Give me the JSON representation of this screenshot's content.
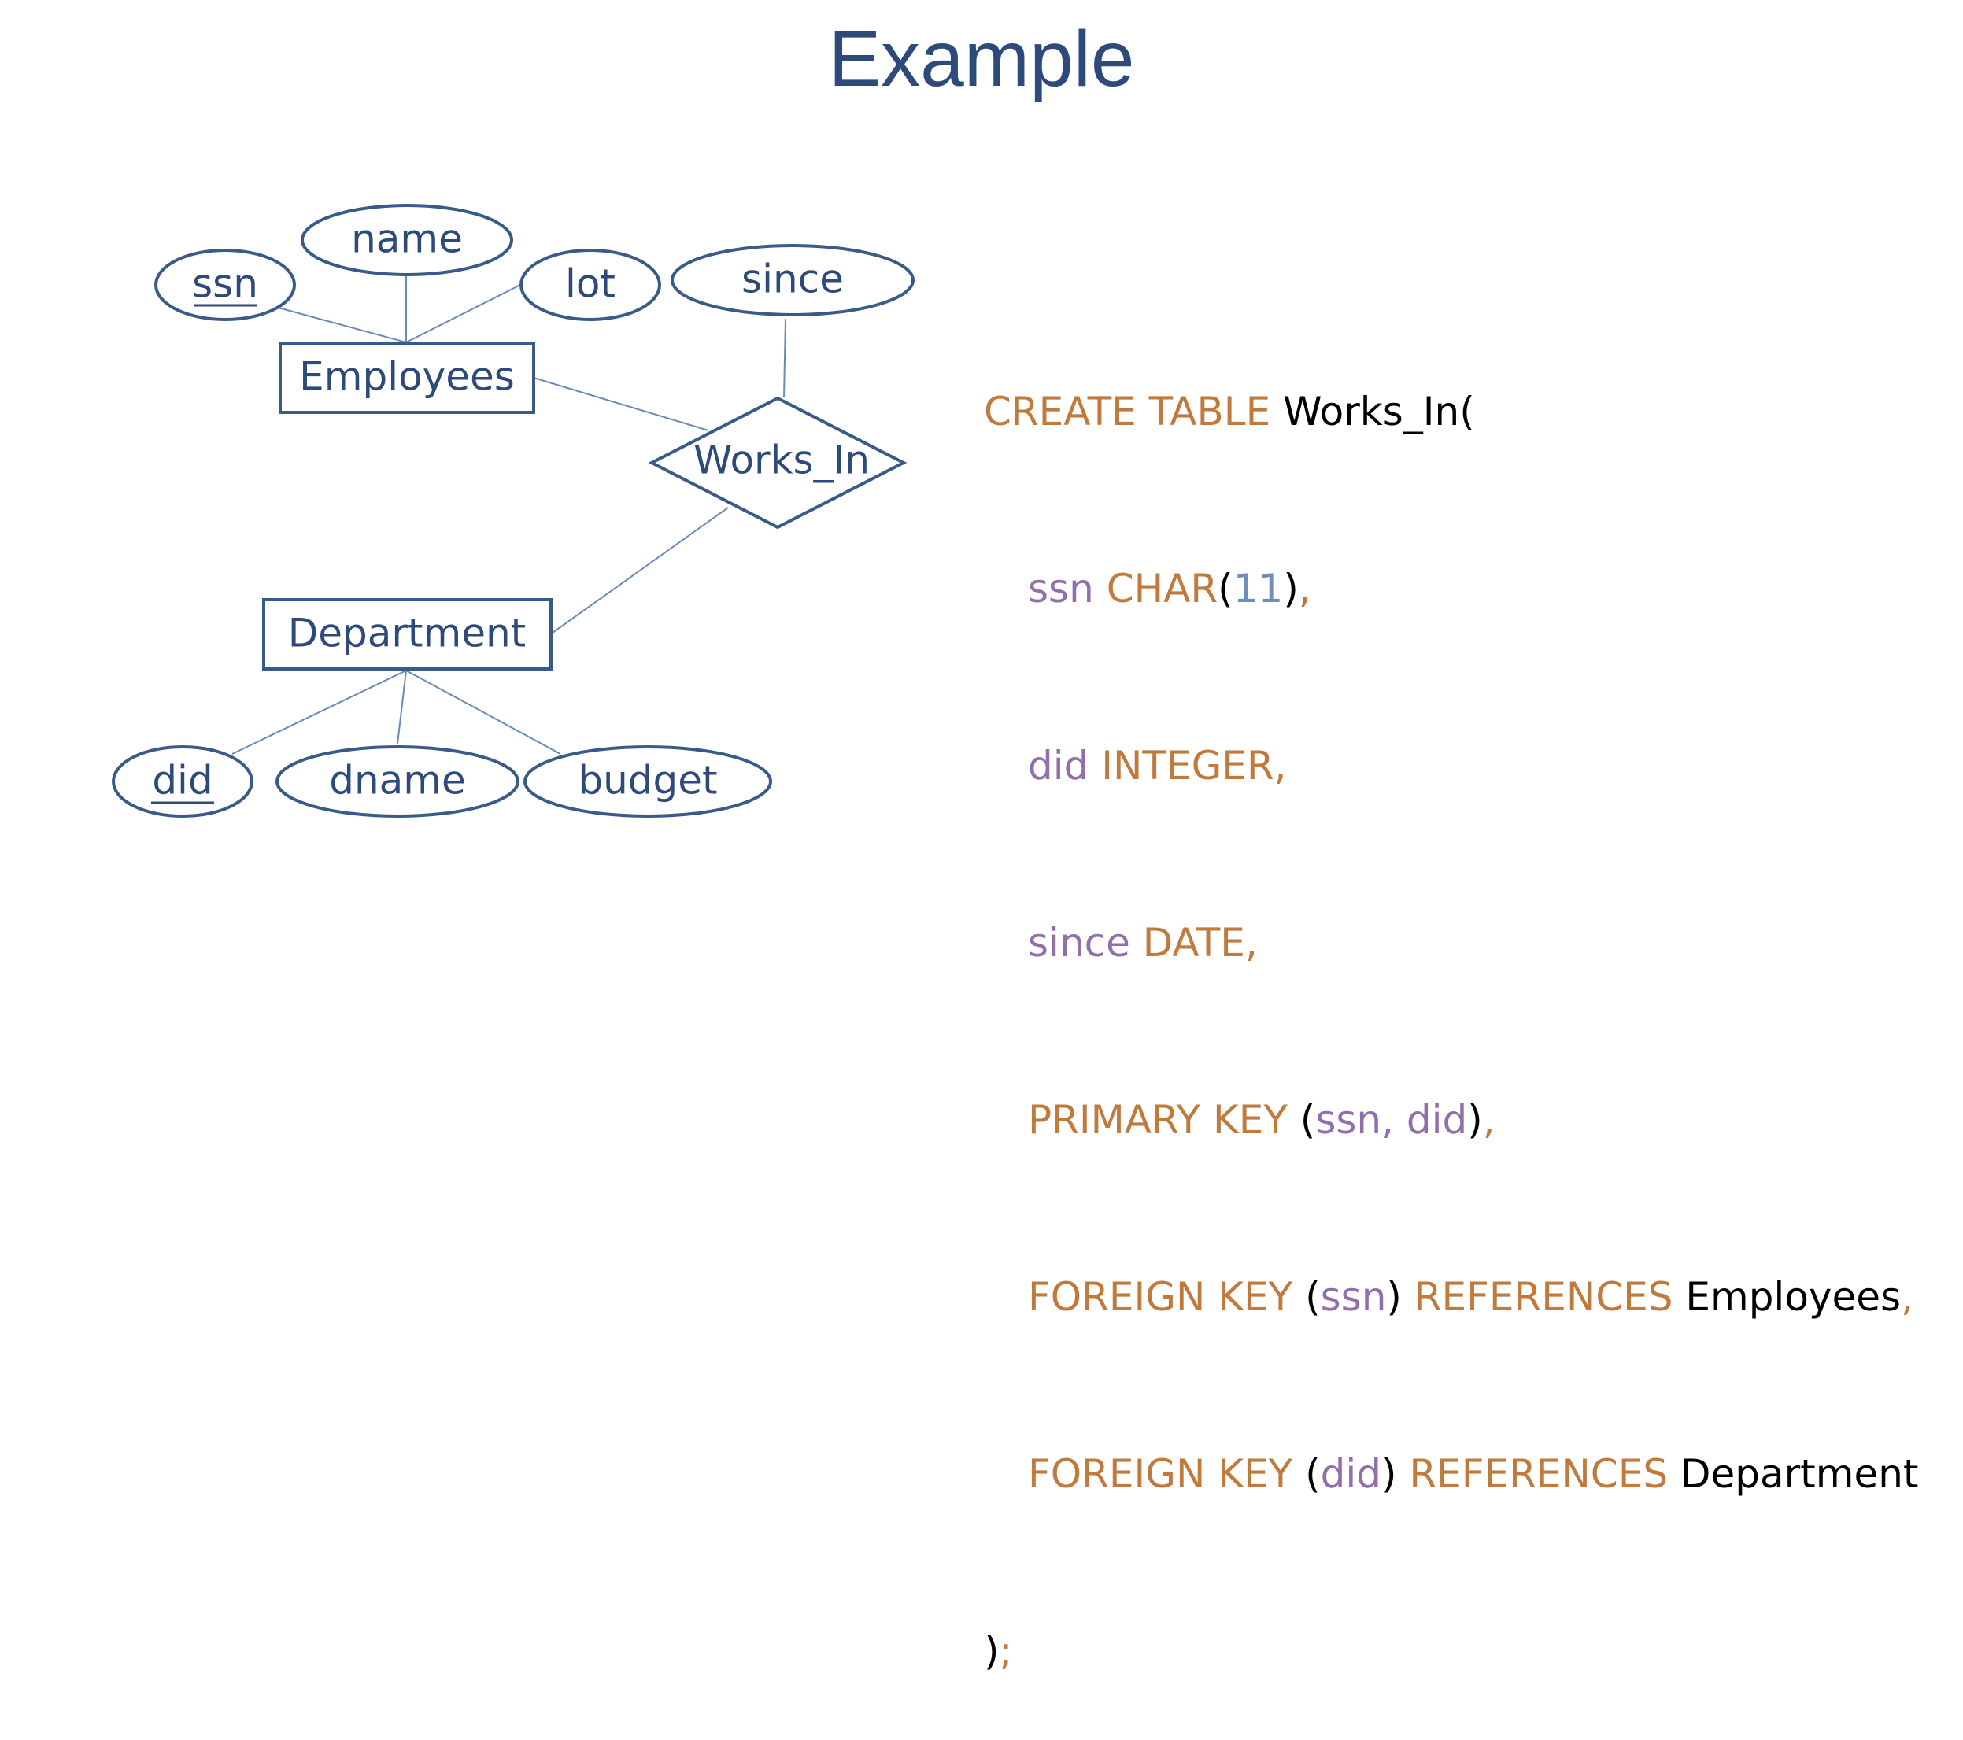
{
  "title": "Example",
  "diagram": {
    "entities": {
      "employees": "Employees",
      "department": "Department"
    },
    "relationship": "Works_In",
    "attributes": {
      "ssn": "ssn",
      "name": "name",
      "lot": "lot",
      "since": "since",
      "did": "did",
      "dname": "dname",
      "budget": "budget"
    },
    "key_attributes": [
      "ssn",
      "did"
    ]
  },
  "sql": {
    "create_table": "CREATE TABLE",
    "table_name": "Works_In",
    "col_ssn": "ssn",
    "type_char": "CHAR",
    "char_len": "11",
    "col_did": "did",
    "type_integer": "INTEGER",
    "col_since": "since",
    "type_date": "DATE",
    "primary_key": "PRIMARY KEY",
    "foreign_key": "FOREIGN KEY",
    "references": "REFERENCES",
    "ref_employees": "Employees",
    "ref_department": "Department"
  },
  "colors": {
    "title": "#2d4a7a",
    "shape_stroke": "#3a5a8a",
    "keyword": "#c07a3c",
    "column": "#9170aa",
    "number": "#6f8fb8"
  }
}
